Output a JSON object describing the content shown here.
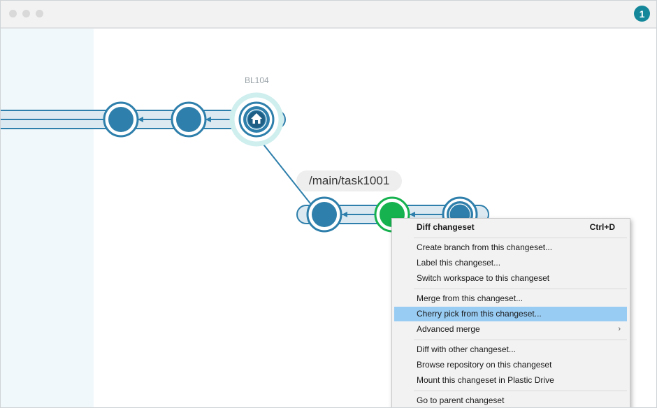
{
  "window": {
    "step_badge": "1"
  },
  "graph": {
    "label_name": "BL104",
    "branch_name": "/main/task1001",
    "colors": {
      "node": "#2e7fab",
      "node_dark": "#1f5f86",
      "selected_node": "#16b24f",
      "label_ring": "#cfeeee",
      "branch_band": "#dce9f1"
    }
  },
  "context_menu": {
    "items": [
      {
        "label": "Diff changeset",
        "shortcut": "Ctrl+D",
        "bold": true
      },
      {
        "label": "Create branch from this changeset..."
      },
      {
        "label": "Label this changeset..."
      },
      {
        "label": "Switch workspace to this changeset"
      },
      {
        "label": "Merge from this changeset..."
      },
      {
        "label": "Cherry pick from this changeset...",
        "highlighted": true
      },
      {
        "label": "Advanced merge",
        "submenu": "›"
      },
      {
        "label": "Diff with other changeset..."
      },
      {
        "label": "Browse repository on this changeset"
      },
      {
        "label": "Mount this changeset in Plastic Drive"
      },
      {
        "label": "Go to parent changeset"
      }
    ]
  }
}
